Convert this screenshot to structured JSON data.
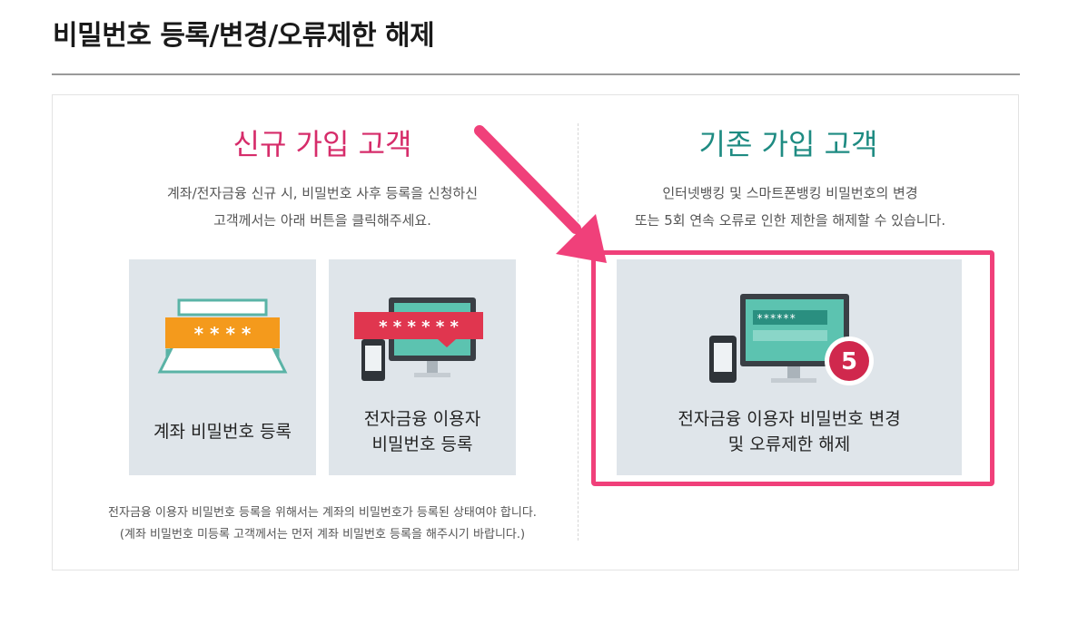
{
  "page": {
    "title": "비밀번호 등록/변경/오류제한 해제"
  },
  "new_customer": {
    "heading": "신규 가입 고객",
    "description_line1": "계좌/전자금융 신규 시, 비밀번호 사후 등록을 신청하신",
    "description_line2": "고객께서는 아래 버튼을 클릭해주세요.",
    "cards": [
      {
        "label_line1": "계좌 비밀번호 등록",
        "art_text": "* * * *"
      },
      {
        "label_line1": "전자금융 이용자",
        "label_line2": "비밀번호 등록",
        "art_text": "* * * * * *"
      }
    ],
    "footnote_line1": "전자금융 이용자 비밀번호 등록을 위해서는 계좌의 비밀번호가 등록된 상태여야 합니다.",
    "footnote_line2": "(계좌 비밀번호 미등록 고객께서는 먼저 계좌 비밀번호 등록을 해주시기 바랍니다.)"
  },
  "existing_customer": {
    "heading": "기존 가입 고객",
    "description_line1": "인터넷뱅킹 및 스마트폰뱅킹 비밀번호의 변경",
    "description_line2": "또는 5회 연속 오류로 인한 제한을 해제할 수 있습니다.",
    "card": {
      "label_line1": "전자금융 이용자 비밀번호 변경",
      "label_line2": "및 오류제한 해제",
      "art_text": "******",
      "badge": "5"
    }
  },
  "colors": {
    "new_heading": "#d62c6a",
    "existing_heading": "#1e8b82",
    "card_bg": "#dfe5ea",
    "highlight": "#f0407a",
    "orange_tag": "#f49a1c",
    "red_tag": "#e0364f",
    "teal_screen": "#5cc3b0"
  }
}
